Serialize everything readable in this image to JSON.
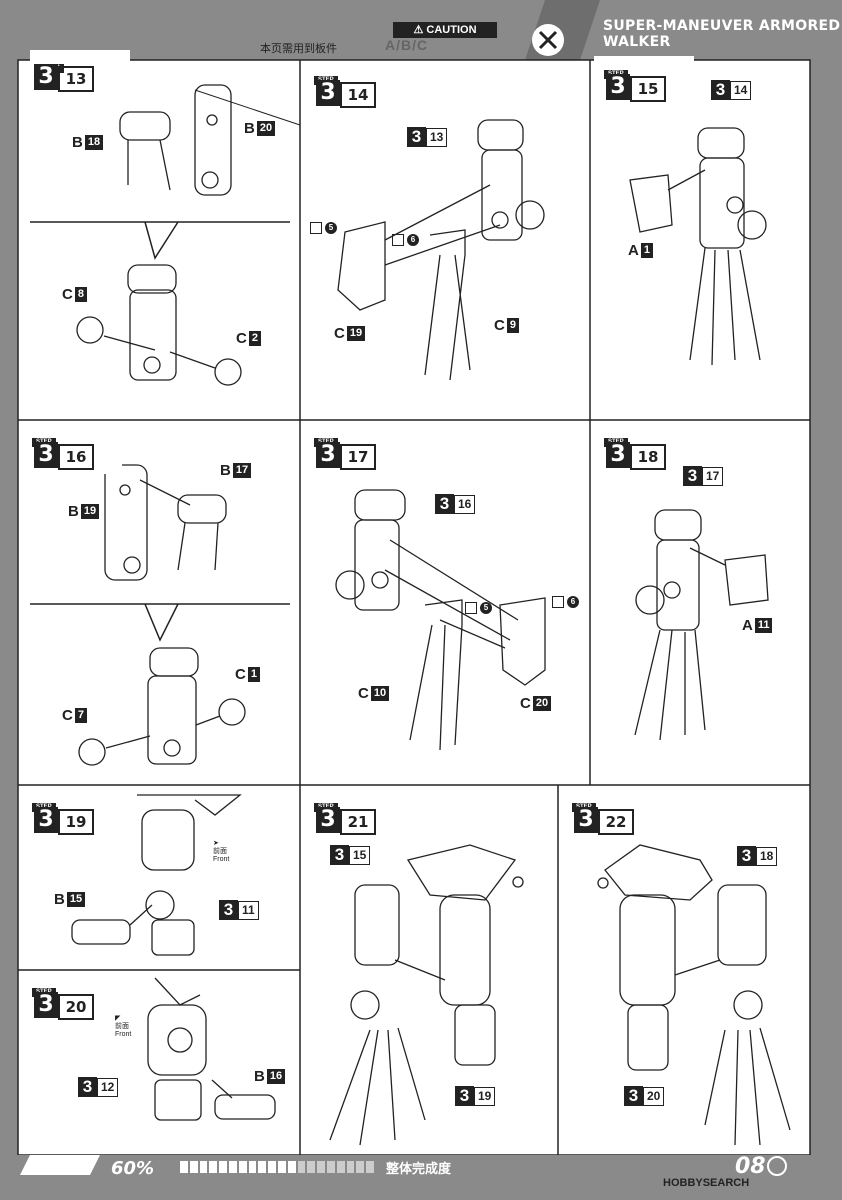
{
  "header": {
    "caution_label": "CAUTION",
    "uses_label": "本页需用到板件",
    "parts_runners": "A/B/C",
    "title": "SUPER-MANEUVER ARMORED WALKER"
  },
  "step_tag": "STEP",
  "steps": [
    {
      "major": "3",
      "minor": "13"
    },
    {
      "major": "3",
      "minor": "14"
    },
    {
      "major": "3",
      "minor": "15"
    },
    {
      "major": "3",
      "minor": "16"
    },
    {
      "major": "3",
      "minor": "17"
    },
    {
      "major": "3",
      "minor": "18"
    },
    {
      "major": "3",
      "minor": "19"
    },
    {
      "major": "3",
      "minor": "20"
    },
    {
      "major": "3",
      "minor": "21"
    },
    {
      "major": "3",
      "minor": "22"
    }
  ],
  "labels": {
    "s13_b18": {
      "runner": "B",
      "part": "18"
    },
    "s13_b20": {
      "runner": "B",
      "part": "20"
    },
    "s13_c8": {
      "runner": "C",
      "part": "8"
    },
    "s13_c2": {
      "runner": "C",
      "part": "2"
    },
    "s14_c19": {
      "runner": "C",
      "part": "19"
    },
    "s14_c9": {
      "runner": "C",
      "part": "9"
    },
    "s15_a1": {
      "runner": "A",
      "part": "1"
    },
    "s16_b19": {
      "runner": "B",
      "part": "19"
    },
    "s16_b17": {
      "runner": "B",
      "part": "17"
    },
    "s16_c1": {
      "runner": "C",
      "part": "1"
    },
    "s16_c7": {
      "runner": "C",
      "part": "7"
    },
    "s17_c10": {
      "runner": "C",
      "part": "10"
    },
    "s17_c20": {
      "runner": "C",
      "part": "20"
    },
    "s18_a11": {
      "runner": "A",
      "part": "11"
    },
    "s19_b15": {
      "runner": "B",
      "part": "15"
    },
    "s20_b16": {
      "runner": "B",
      "part": "16"
    }
  },
  "refs": {
    "s14_ref": {
      "major": "3",
      "minor": "13"
    },
    "s15_ref": {
      "major": "3",
      "minor": "14"
    },
    "s17_ref": {
      "major": "3",
      "minor": "16"
    },
    "s18_ref": {
      "major": "3",
      "minor": "17"
    },
    "s19_ref": {
      "major": "3",
      "minor": "11"
    },
    "s20_ref": {
      "major": "3",
      "minor": "12"
    },
    "s21_ref_top": {
      "major": "3",
      "minor": "15"
    },
    "s21_ref_bottom": {
      "major": "3",
      "minor": "19"
    },
    "s22_ref_top": {
      "major": "3",
      "minor": "18"
    },
    "s22_ref_bottom": {
      "major": "3",
      "minor": "20"
    }
  },
  "cut_marks": {
    "s14_5": "5",
    "s14_6": "6",
    "s17_5": "5",
    "s17_6": "6"
  },
  "front_label": {
    "cn": "前面",
    "en": "Front"
  },
  "footer": {
    "percent": "60%",
    "progress_fraction": 0.6,
    "overall_label": "整体完成度",
    "page_number": "08",
    "watermark": "HOBBYSEARCH"
  }
}
